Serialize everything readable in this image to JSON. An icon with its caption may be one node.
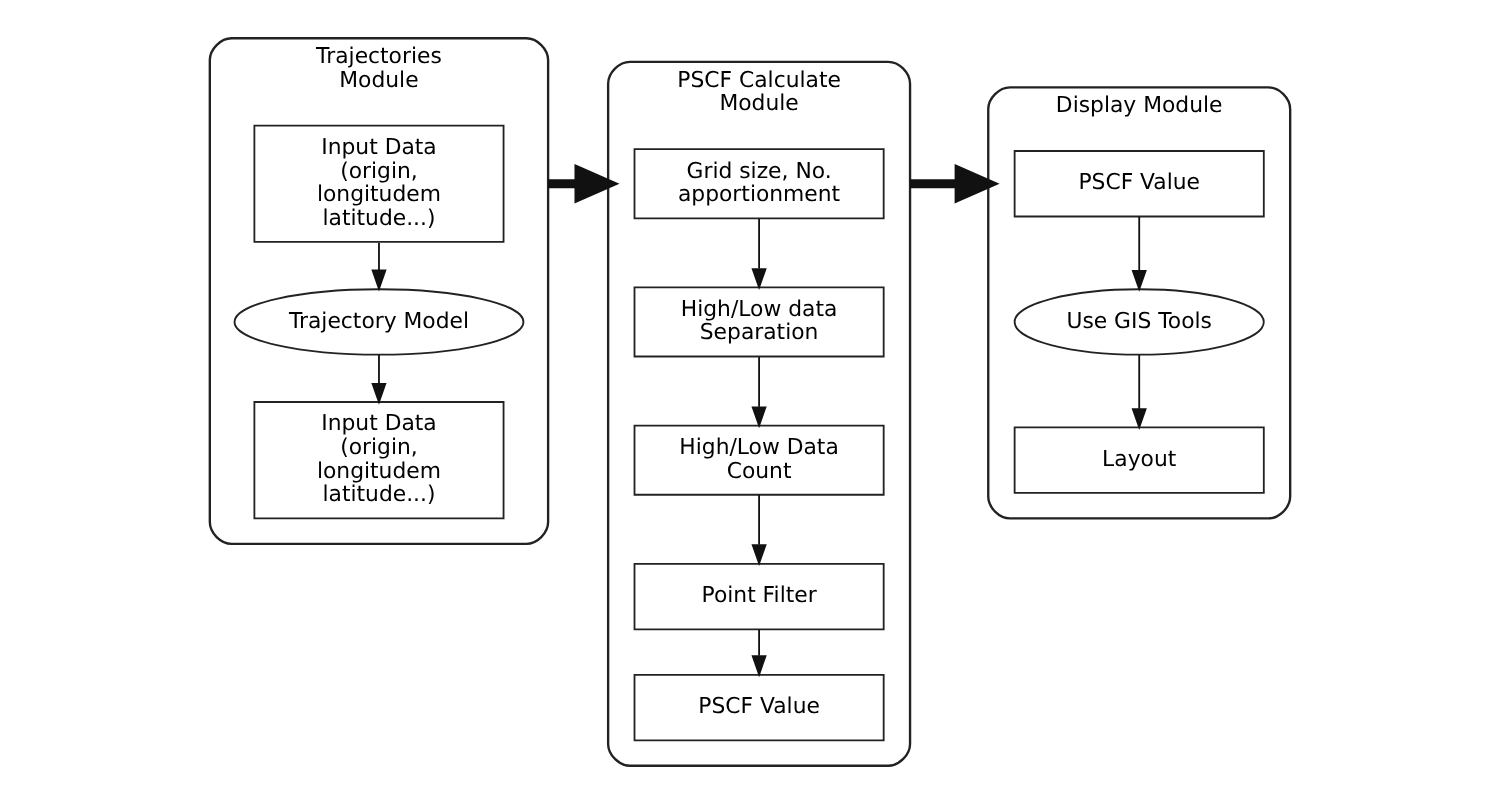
{
  "diagram": {
    "nodes": [
      {
        "text": [
          "Trajectories Module"
        ]
      },
      {
        "text": [
          "Input Data (origin, longitudem latitude...)"
        ],
        "in": 0
      },
      {
        "text": [
          "Trajectory Model"
        ],
        "in": 0
      },
      {
        "text": [
          "Input Data (origin, longitudem latitude...)"
        ],
        "in": 0
      },
      {
        "text": [
          "PSCF Calculate Module"
        ]
      },
      {
        "text": [
          "Grid size, No. apportionment"
        ],
        "in": 4
      },
      {
        "text": [
          "High/Low data Separation"
        ],
        "in": 4
      },
      {
        "text": [
          "High/Low Data Count"
        ],
        "in": 4
      },
      {
        "text": [
          "Point Filter"
        ],
        "in": 4
      },
      {
        "text": [
          "PSCF Value"
        ],
        "in": 4
      },
      {
        "text": [
          "Display Module"
        ]
      },
      {
        "text": [
          "PSCF Value"
        ],
        "in": 10
      },
      {
        "text": [
          "Use GIS Tools"
        ],
        "in": 10
      },
      {
        "text": [
          "Layout"
        ],
        "in": 10
      }
    ],
    "edges": [
      {
        "from": 1,
        "to": 2,
        "arrow": "to"
      },
      {
        "from": 2,
        "to": 3,
        "arrow": "to"
      },
      {
        "from": 5,
        "to": 6,
        "arrow": "to"
      },
      {
        "from": 6,
        "to": 7,
        "arrow": "to"
      },
      {
        "from": 7,
        "to": 8,
        "arrow": "to"
      },
      {
        "from": 8,
        "to": 9,
        "arrow": "to"
      },
      {
        "from": 11,
        "to": 12,
        "arrow": "to"
      },
      {
        "from": 12,
        "to": 13,
        "arrow": "to"
      },
      {
        "from": 0,
        "to": 4,
        "arrow": "to",
        "style": "thick"
      },
      {
        "from": 4,
        "to": 10,
        "arrow": "to",
        "style": "thick"
      }
    ]
  }
}
